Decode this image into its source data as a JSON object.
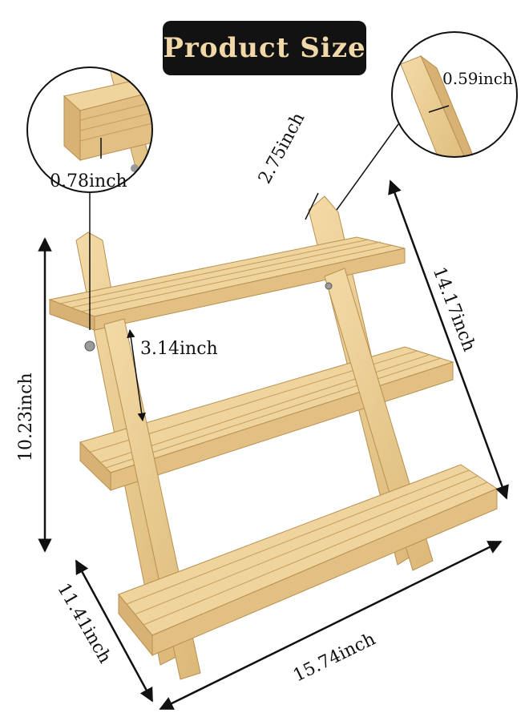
{
  "header": {
    "title": "Product Size"
  },
  "dimensions": {
    "overall_height": "10.23inch",
    "shelf_gap": "3.14inch",
    "board_thickness": "0.78inch",
    "leg_width": "2.75inch",
    "leg_thickness": "0.59inch",
    "slant_length": "14.17inch",
    "width": "15.74inch",
    "depth": "11.41inch"
  },
  "colors": {
    "wood": "#e9c98f",
    "wood_dark": "#c9a463",
    "title_bg": "#121212",
    "title_text": "#f1d8a8",
    "line": "#111111"
  }
}
